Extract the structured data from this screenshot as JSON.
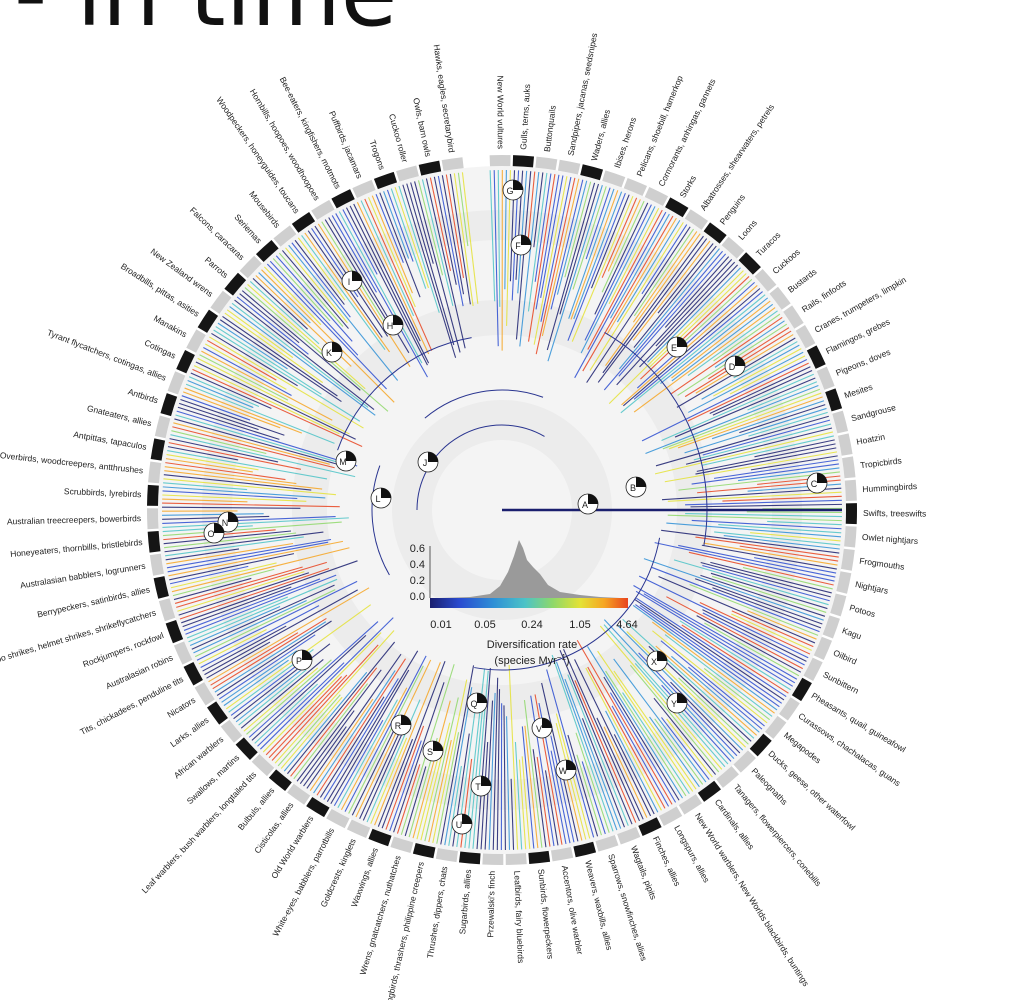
{
  "slide": {
    "title": "- in time"
  },
  "colors": {
    "ring_gray": "#cfcfcf",
    "ring_black": "#151515",
    "band_gray": "#ececec",
    "rate_scale": [
      "#1a1f6e",
      "#2a4bd0",
      "#2e8fd6",
      "#4cc3c7",
      "#8ed86a",
      "#e4e236",
      "#f6a522",
      "#e8431e"
    ]
  },
  "clades": [
    {
      "name": "New World vultures",
      "black": false
    },
    {
      "name": "Gulls, terns, auks",
      "black": true
    },
    {
      "name": "Buttonquails",
      "black": false
    },
    {
      "name": "Sandpipers, jacanas, seedsnipes",
      "black": false
    },
    {
      "name": "Waders, allies",
      "black": true
    },
    {
      "name": "Ibises, herons",
      "black": false
    },
    {
      "name": "Pelicans, shoebill, hamerkop",
      "black": false
    },
    {
      "name": "Cormorants, anhingas, gannets",
      "black": false
    },
    {
      "name": "Storks",
      "black": true
    },
    {
      "name": "Albatrosses, shearwaters, petrels",
      "black": false
    },
    {
      "name": "Penguins",
      "black": true
    },
    {
      "name": "Loons",
      "black": false
    },
    {
      "name": "Turacos",
      "black": true
    },
    {
      "name": "Cuckoos",
      "black": false
    },
    {
      "name": "Bustards",
      "black": false
    },
    {
      "name": "Rails, finfoots",
      "black": false
    },
    {
      "name": "Cranes, trumpeters, limpkin",
      "black": false
    },
    {
      "name": "Flamingos, grebes",
      "black": true
    },
    {
      "name": "Pigeons, doves",
      "black": false
    },
    {
      "name": "Mesites",
      "black": true
    },
    {
      "name": "Sandgrouse",
      "black": false
    },
    {
      "name": "Hoatzin",
      "black": false
    },
    {
      "name": "Tropicbirds",
      "black": false
    },
    {
      "name": "Hummingbirds",
      "black": false
    },
    {
      "name": "Swifts, treeswifts",
      "black": true
    },
    {
      "name": "Owlet nightjars",
      "black": false
    },
    {
      "name": "Frogmouths",
      "black": false
    },
    {
      "name": "Nightjars",
      "black": false
    },
    {
      "name": "Potoos",
      "black": false
    },
    {
      "name": "Kagu",
      "black": false
    },
    {
      "name": "Oilbird",
      "black": false
    },
    {
      "name": "Sunbittern",
      "black": false
    },
    {
      "name": "Pheasants, quail, guineafowl",
      "black": true
    },
    {
      "name": "Curassows, chachalacas, guans",
      "black": false
    },
    {
      "name": "Megapodes",
      "black": false
    },
    {
      "name": "Ducks, geese, other waterfowl",
      "black": true
    },
    {
      "name": "Paleognaths",
      "black": false
    },
    {
      "name": "Tanagers, flowerpiercers, conebills",
      "black": false
    },
    {
      "name": "Cardinals, allies",
      "black": true
    },
    {
      "name": "New World warblers, New Worlds blackbirds, buntings",
      "black": false
    },
    {
      "name": "Longspurs, allies",
      "black": false
    },
    {
      "name": "Finches, allies",
      "black": true
    },
    {
      "name": "Wagtails, pipits",
      "black": false
    },
    {
      "name": "Sparrows, snowfinches, allies",
      "black": false
    },
    {
      "name": "Weavers, waxbills, allies",
      "black": true
    },
    {
      "name": "Accentors, olive warbler",
      "black": false
    },
    {
      "name": "Sunbirds, flowerpeckers",
      "black": true
    },
    {
      "name": "Leafbirds, fairy bluebirds",
      "black": false
    },
    {
      "name": "Przewalski's finch",
      "black": false
    },
    {
      "name": "Sugarbirds, allies",
      "black": true
    },
    {
      "name": "Thrushes, dippers, chats",
      "black": false
    },
    {
      "name": "Mockingbirds, thrashers, philippine creepers",
      "black": true
    },
    {
      "name": "Wrens, gnatcatchers, nuthatches",
      "black": false
    },
    {
      "name": "Waxwings, allies",
      "black": true
    },
    {
      "name": "Goldcrests, kinglets",
      "black": false
    },
    {
      "name": "White-eyes, babblers, parrotbills",
      "black": false
    },
    {
      "name": "Old World warblers",
      "black": true
    },
    {
      "name": "Cisticolas, allies",
      "black": false
    },
    {
      "name": "Bulbuls, allies",
      "black": true
    },
    {
      "name": "Leaf warblers, bush warblers, longtailed tits",
      "black": false
    },
    {
      "name": "Swallows, martins",
      "black": true
    },
    {
      "name": "African warblers",
      "black": false
    },
    {
      "name": "Larks, allies",
      "black": true
    },
    {
      "name": "Nicators",
      "black": false
    },
    {
      "name": "Tits, chickadees, penduline tits",
      "black": true
    },
    {
      "name": "Australasian robins",
      "black": false
    },
    {
      "name": "Rockjumpers, rockfowl",
      "black": true
    },
    {
      "name": "Cuckoo shrikes, helmet shrikes, shrikeflycatchers",
      "black": false
    },
    {
      "name": "Berrypeckers, satinbirds, allies",
      "black": true
    },
    {
      "name": "Australasian babblers, logrunners",
      "black": false
    },
    {
      "name": "Honeyeaters, thornbills, bristlebirds",
      "black": true
    },
    {
      "name": "Australian treecreepers, bowerbirds",
      "black": false
    },
    {
      "name": "Scrubbirds, lyrebirds",
      "black": true
    },
    {
      "name": "Overbirds, woodcreepers, antthrushes",
      "black": false
    },
    {
      "name": "Antpittas, tapaculos",
      "black": true
    },
    {
      "name": "Gnateaters, allies",
      "black": false
    },
    {
      "name": "Antbirds",
      "black": true
    },
    {
      "name": "Tyrant flycatchers, cotingas, allies",
      "black": false
    },
    {
      "name": "Cotingas",
      "black": true
    },
    {
      "name": "Manakins",
      "black": false
    },
    {
      "name": "Broadbills, pittas, asities",
      "black": true
    },
    {
      "name": "New Zealand wrens",
      "black": false
    },
    {
      "name": "Parrots",
      "black": true
    },
    {
      "name": "Falcons, caracaras",
      "black": false
    },
    {
      "name": "Seriemas",
      "black": true
    },
    {
      "name": "Mousebirds",
      "black": false
    },
    {
      "name": "Woodpeckers, honeyguides, toucans",
      "black": true
    },
    {
      "name": "Hornbills, hoopoes, woodhoopoes",
      "black": false
    },
    {
      "name": "Bee-eaters, kingfishers, motmots",
      "black": true
    },
    {
      "name": "Puffbirds, jacamars",
      "black": false
    },
    {
      "name": "Trogons",
      "black": true
    },
    {
      "name": "Cuckoo roller",
      "black": false
    },
    {
      "name": "Owls, barn owls",
      "black": true
    },
    {
      "name": "Hawks, eagles, secretarybird",
      "black": false
    }
  ],
  "nodes": [
    "A",
    "B",
    "C",
    "D",
    "E",
    "F",
    "G",
    "H",
    "I",
    "J",
    "K",
    "L",
    "M",
    "N",
    "O",
    "P",
    "Q",
    "R",
    "S",
    "T",
    "U",
    "V",
    "W",
    "X",
    "Y"
  ],
  "legend": {
    "hist_ticks": [
      "0.6",
      "0.4",
      "0.2",
      "0.0"
    ],
    "rate_ticks": [
      "0.01",
      "0.05",
      "0.24",
      "1.05",
      "4.64"
    ],
    "title": "Diversification rate",
    "unit": "(species Myr",
    "unit_exp": "−1",
    "unit_close": ")"
  }
}
